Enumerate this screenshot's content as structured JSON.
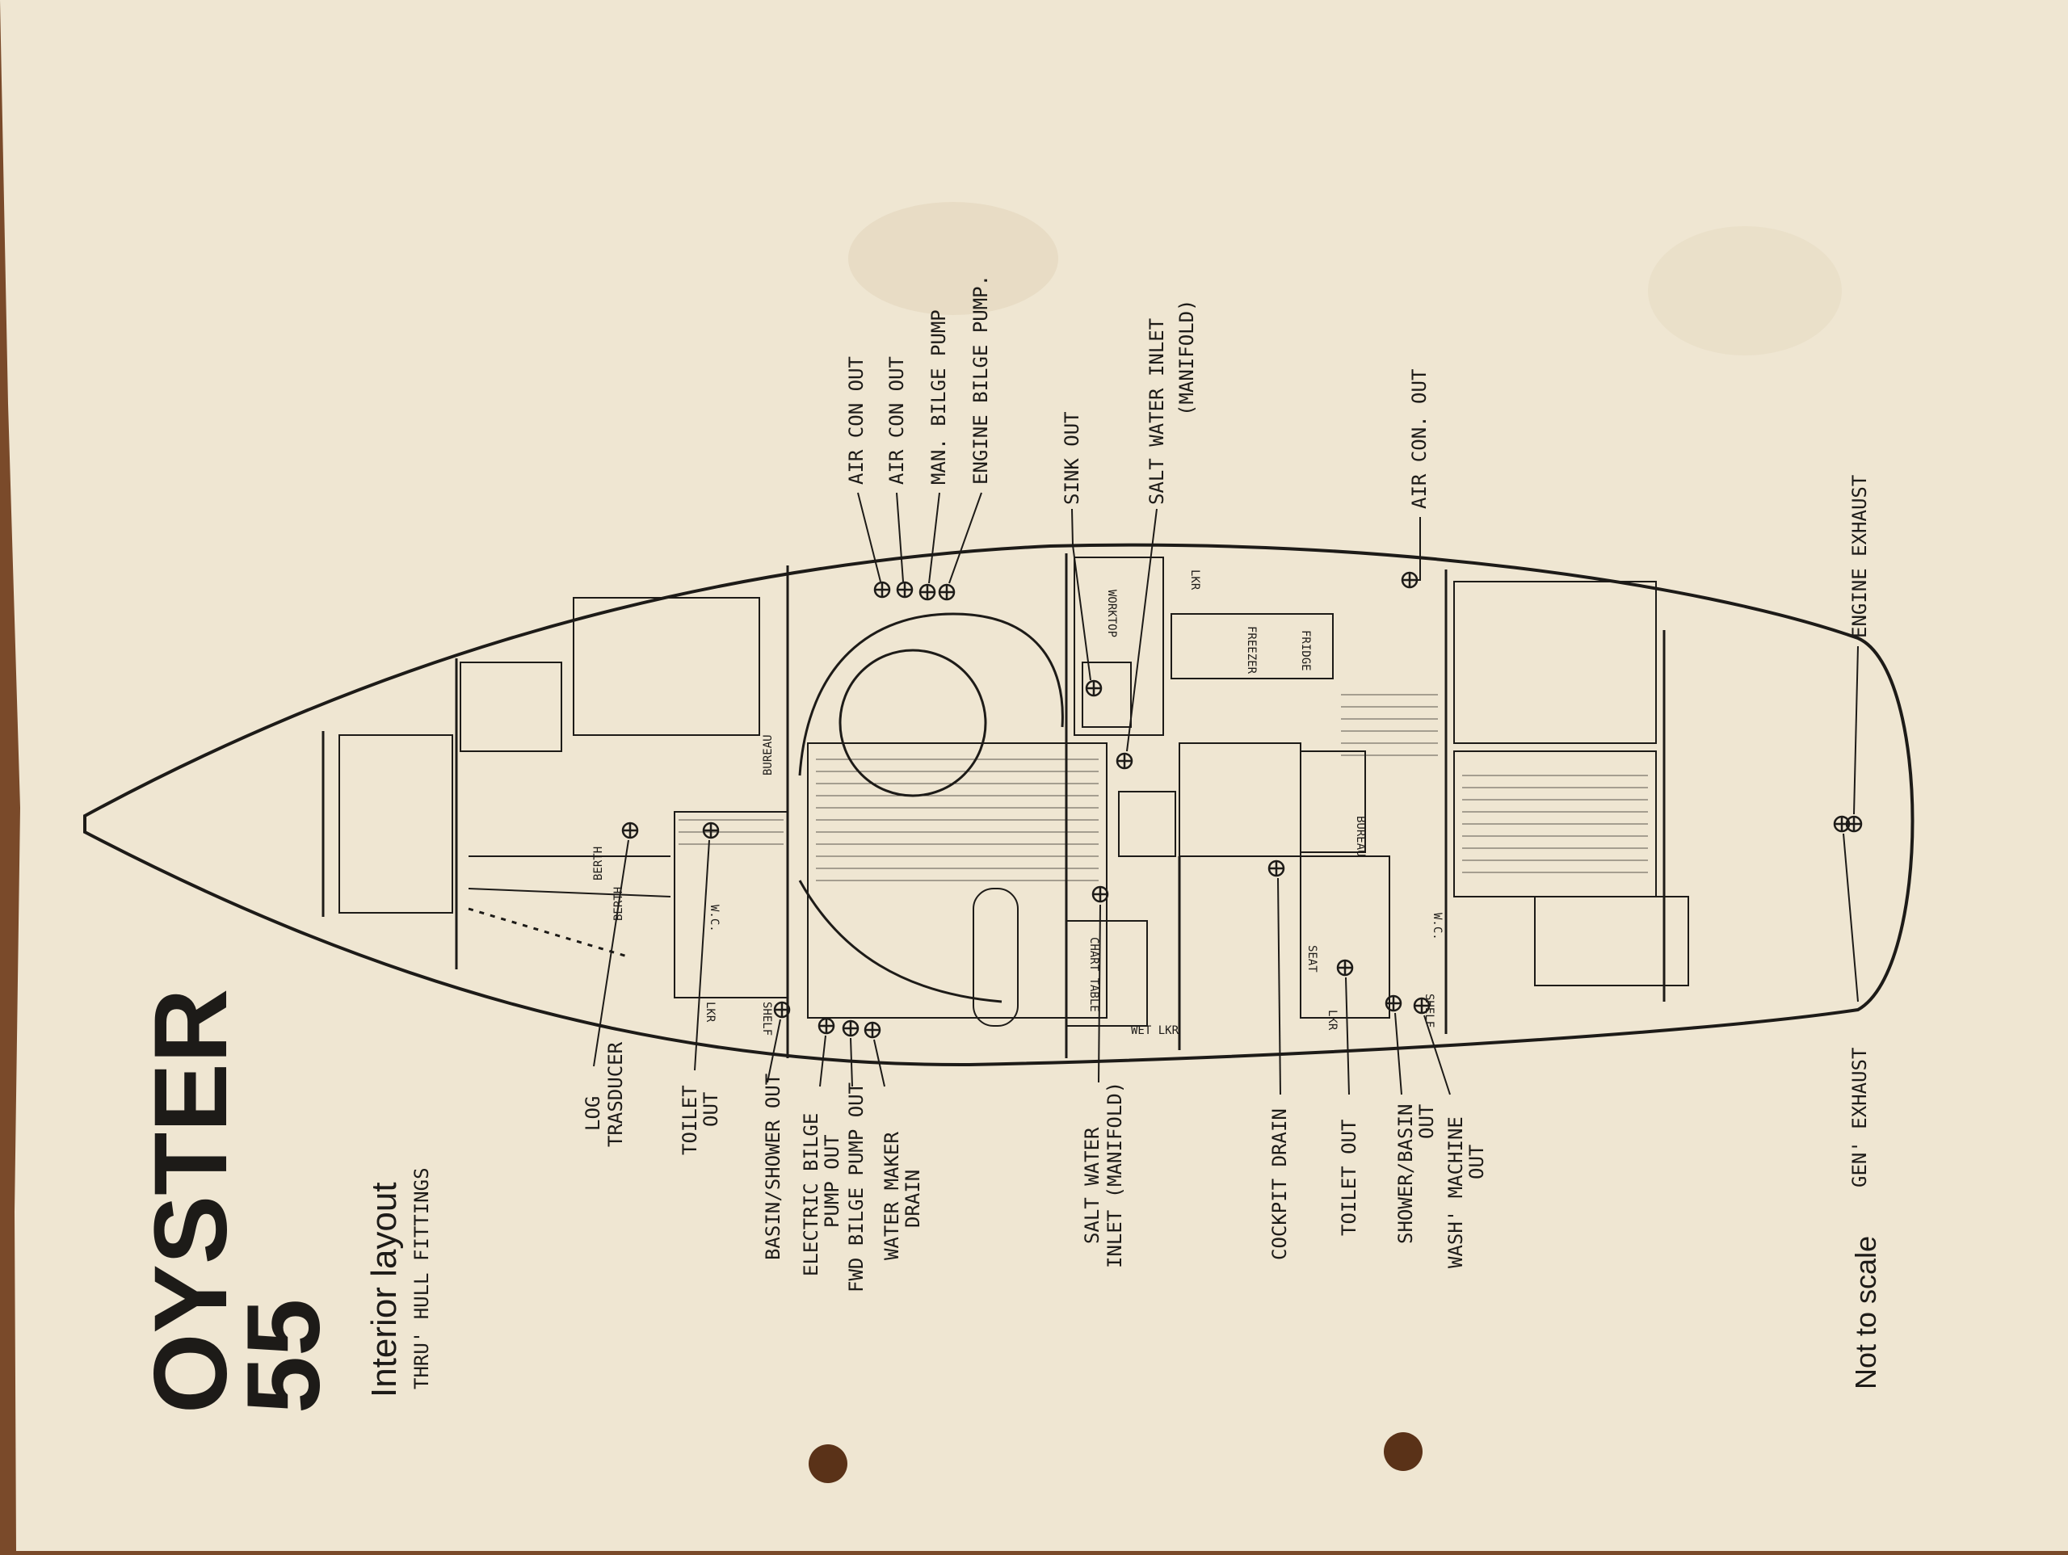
{
  "title": {
    "brand": "OYSTER",
    "model": "55",
    "subtitle": "Interior layout",
    "subtitle2": "THRU' HULL FITTINGS"
  },
  "note": "Not to scale",
  "labels": {
    "air_con_out_1": "AIR CON OUT",
    "air_con_out_2": "AIR CON OUT",
    "man_bilge_pump": "MAN. BILGE PUMP",
    "engine_bilge_pump": "ENGINE BILGE PUMP.",
    "sink_out": "SINK OUT",
    "salt_water_inlet_upper_1": "SALT WATER INLET",
    "salt_water_inlet_upper_2": "(MANIFOLD)",
    "air_con_out_3": "AIR CON. OUT",
    "engine_exhaust": "ENGINE EXHAUST",
    "log_transducer_1": "LOG",
    "log_transducer_2": "TRASDUCER",
    "toilet_out_fwd_1": "TOILET",
    "toilet_out_fwd_2": "OUT",
    "basin_shower_out": "BASIN/SHOWER OUT",
    "electric_bilge_1": "ELECTRIC BILGE",
    "electric_bilge_2": "PUMP OUT",
    "fwd_bilge_pump_out": "FWD BILGE PUMP OUT",
    "water_maker_1": "WATER MAKER",
    "water_maker_2": "DRAIN",
    "salt_water_inlet_lower_1": "SALT WATER",
    "salt_water_inlet_lower_2": "INLET (MANIFOLD)",
    "cockpit_drain": "COCKPIT DRAIN",
    "toilet_out_aft": "TOILET OUT",
    "shower_basin_1": "SHOWER/BASIN",
    "shower_basin_2": "OUT",
    "wash_machine_1": "WASH' MACHINE",
    "wash_machine_2": "OUT",
    "gen_exhaust": "GEN' EXHAUST"
  },
  "plan_text": {
    "bureau_fwd": "BUREAU",
    "bureau_aft": "BUREAU",
    "berth_1": "BERTH",
    "berth_2": "BERTH",
    "wc_fwd": "W.C.",
    "wc_aft": "W.C.",
    "lkr_1": "LKR",
    "lkr_2": "LKR",
    "lkr_3": "LKR",
    "worktop": "WORKTOP",
    "fridge": "FRIDGE",
    "freezer": "FREEZER",
    "seat": "SEAT",
    "shelf_1": "SHELF",
    "shelf_2": "SHELF",
    "chart_table": "CHART TABLE",
    "wet_lkr": "WET LKR"
  },
  "colors": {
    "paper": "#efe6d2",
    "ink": "#1d1b18",
    "background_wood": "#7a4a2a"
  }
}
